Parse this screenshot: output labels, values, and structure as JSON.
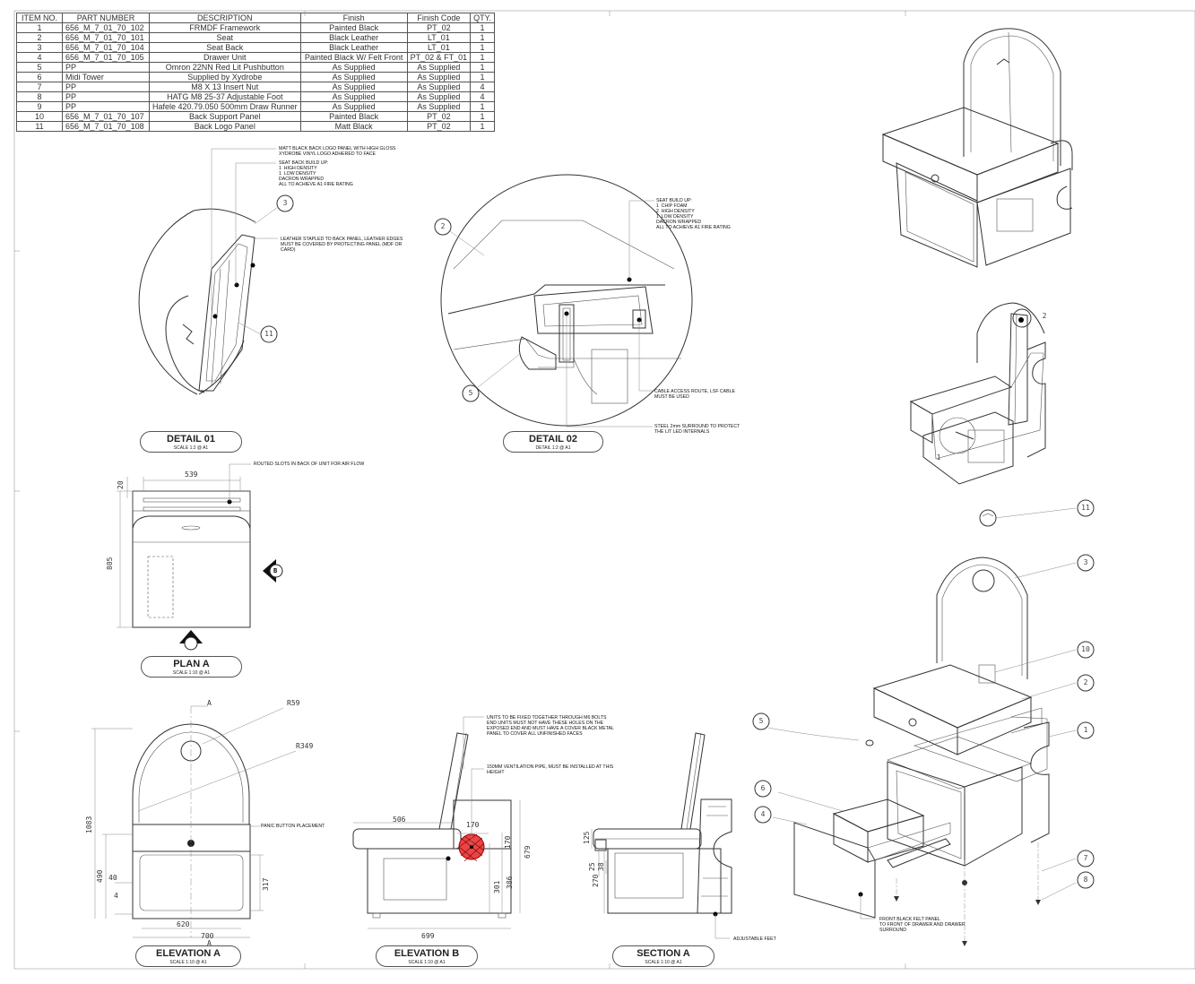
{
  "bom": {
    "headers": [
      "ITEM NO.",
      "PART NUMBER",
      "DESCRIPTION",
      "Finish",
      "Finish Code",
      "QTY."
    ],
    "rows": [
      [
        "1",
        "656_M_7_01_70_102",
        "FRMDF Framework",
        "Painted Black",
        "PT_02",
        "1"
      ],
      [
        "2",
        "656_M_7_01_70_101",
        "Seat",
        "Black Leather",
        "LT_01",
        "1"
      ],
      [
        "3",
        "656_M_7_01_70_104",
        "Seat Back",
        "Black Leather",
        "LT_01",
        "1"
      ],
      [
        "4",
        "656_M_7_01_70_105",
        "Drawer Unit",
        "Painted Black W/ Felt Front",
        "PT_02 & FT_01",
        "1"
      ],
      [
        "5",
        "PP",
        "Omron 22NN Red Lit Pushbutton",
        "As Supplied",
        "As Supplied",
        "1"
      ],
      [
        "6",
        "Midi Tower",
        "Supplied by Xydrobe",
        "As Supplied",
        "As Supplied",
        "1"
      ],
      [
        "7",
        "PP",
        "M8 X 13 Insert Nut",
        "As Supplied",
        "As Supplied",
        "4"
      ],
      [
        "8",
        "PP",
        "HATG M8 25-37 Adjustable Foot",
        "As Supplied",
        "As Supplied",
        "4"
      ],
      [
        "9",
        "PP",
        "Hafele 420.79.050 500mm Draw Runner",
        "As Supplied",
        "As Supplied",
        "1"
      ],
      [
        "10",
        "656_M_7_01_70_107",
        "Back Support Panel",
        "Painted Black",
        "PT_02",
        "1"
      ],
      [
        "11",
        "656_M_7_01_70_108",
        "Back Logo Panel",
        "Matt Black",
        "PT_02",
        "1"
      ]
    ]
  },
  "notes": {
    "logo_panel": "MATT BLACK BACK LOGO PANEL WITH HIGH GLOSS\nXYDROBE VINYL LOGO ADHERED TO FACE",
    "seat_back": "SEAT BACK BUILD UP:\n1  HIGH DENSITY\n1  LOW DENSITY\nDACRON WRAPPED\nALL TO ACHIEVE A1 FIRE RATING",
    "leather": "LEATHER STAPLED TO BACK PANEL, LEATHER EDGES\nMUST BE COVERED BY PROTECTING PANEL (MDF OR\nCARD)",
    "seat_build": "SEAT BUILD UP:\n1  CHIP FOAM\n2  HIGH DENSITY\n1  LOW DENSITY\nDACRON WRAPPED\nALL TO ACHIEVE A1 FIRE RATING",
    "cable": "CABLE ACCESS ROUTE, LSF CABLE\nMUST BE USED",
    "steel": "STEEL 2mm SURROUND TO PROTECT\nTHE LIT LED INTERNALS",
    "slots": "ROUTED SLOTS IN BACK OF UNIT FOR AIR FLOW",
    "panic": "PANIC BUTTON PLACEMENT",
    "units": "UNITS TO BE FIXED TOGETHER THROUGH M6 BOLTS\nEND UNITS MUST NOT HAVE THESE HOLES ON THE\nEXPOSED END AND MUST HAVE A COVER BLACK METAL\nPANEL TO COVER ALL UNFINISHED FACES",
    "vent": "150MM VENTILATION PIPE, MUST BE INSTALLED AT THIS\nHEIGHT",
    "feet": "ADJUSTABLE FEET",
    "felt": "FRONT BLACK FELT PANEL\nTO FRONT OF DRAWER AND DRAWER\nSURROUND"
  },
  "titles": {
    "detail01": {
      "title": "DETAIL 01",
      "scale": "SCALE 1:2 @ A1"
    },
    "detail02": {
      "title": "DETAIL 02",
      "scale": "DETAIL 1:2 @ A1"
    },
    "plan": {
      "title": "PLAN A",
      "scale": "SCALE 1:10 @ A1"
    },
    "elevA": {
      "title": "ELEVATION A",
      "scale": "SCALE 1:10 @ A1"
    },
    "elevB": {
      "title": "ELEVATION  B",
      "scale": "SCALE 1:10 @ A1"
    },
    "secA": {
      "title": "SECTION A",
      "scale": "SCALE 1:10 @ A1"
    }
  },
  "dims": {
    "plan_w": "539",
    "plan_20": "20",
    "plan_h": "805",
    "plan_A": "A",
    "plan_B": "B",
    "ea_A_top": "A",
    "ea_R59": "R59",
    "ea_R349": "R349",
    "ea_1083": "1083",
    "ea_490": "490",
    "ea_40": "40",
    "ea_4": "4",
    "ea_317": "317",
    "ea_620": "620",
    "ea_700": "700",
    "ea_A_bot": "A",
    "eb_506": "506",
    "eb_170a": "170",
    "eb_170b": "170",
    "eb_679": "679",
    "eb_301": "301",
    "eb_386": "386",
    "eb_699": "699",
    "sa_125": "125",
    "sa_25": "25",
    "sa_38": "38",
    "sa_270": "270"
  },
  "balloons": {
    "d01_3": "3",
    "d01_11": "11",
    "d02_2": "2",
    "d02_5": "5",
    "iso2_2": "2",
    "iso2_1": "1",
    "ex_11": "11",
    "ex_3": "3",
    "ex_10": "10",
    "ex_2": "2",
    "ex_1": "1",
    "ex_5": "5",
    "ex_6": "6",
    "ex_4": "4",
    "ex_7": "7",
    "ex_8": "8"
  }
}
